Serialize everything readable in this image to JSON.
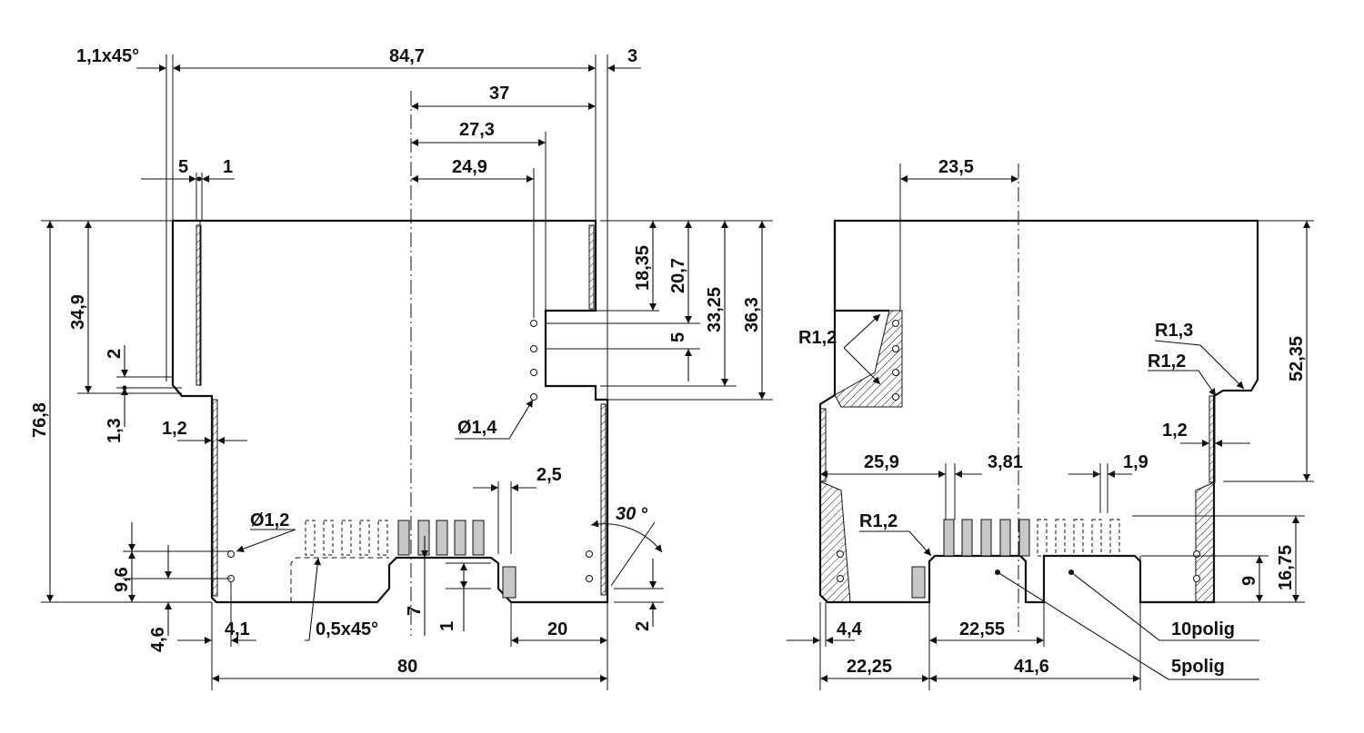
{
  "left_view": {
    "dims": {
      "chamfer_top": "1,1x45°",
      "overall_width": "84,7",
      "right_offset": "3",
      "w37": "37",
      "w27_3": "27,3",
      "w24_9": "24,9",
      "wall5": "5",
      "wall1": "1",
      "h18_35": "18,35",
      "h20_7": "20,7",
      "h33_25": "33,25",
      "h36_3": "36,3",
      "h5": "5",
      "h34_9": "34,9",
      "h76_8": "76,8",
      "h2_left": "2",
      "h1_3": "1,3",
      "w1_2": "1,2",
      "hole_dia_right": "Ø1,4",
      "pitch2_5": "2,5",
      "angle30": "30",
      "hole_dia_left": "Ø1,2",
      "h9_6": "9,6",
      "h4_6": "4,6",
      "w4_1": "4,1",
      "chamfer_bottom": "0,5x45°",
      "h7": "7",
      "h1": "1",
      "w20": "20",
      "h2_right": "2",
      "w80": "80"
    }
  },
  "right_view": {
    "dims": {
      "w23_5": "23,5",
      "r1_2_upper": "R1,2",
      "r1_3": "R1,3",
      "r1_2_right": "R1,2",
      "h52_35": "52,35",
      "w1_2": "1,2",
      "w25_9": "25,9",
      "w3_81": "3,81",
      "w1_9": "1,9",
      "r1_2_lower": "R1,2",
      "h16_75": "16,75",
      "h9": "9",
      "w4_4": "4,4",
      "w22_55": "22,55",
      "label_10polig": "10polig",
      "w22_25": "22,25",
      "w41_6": "41,6",
      "label_5polig": "5polig"
    }
  }
}
